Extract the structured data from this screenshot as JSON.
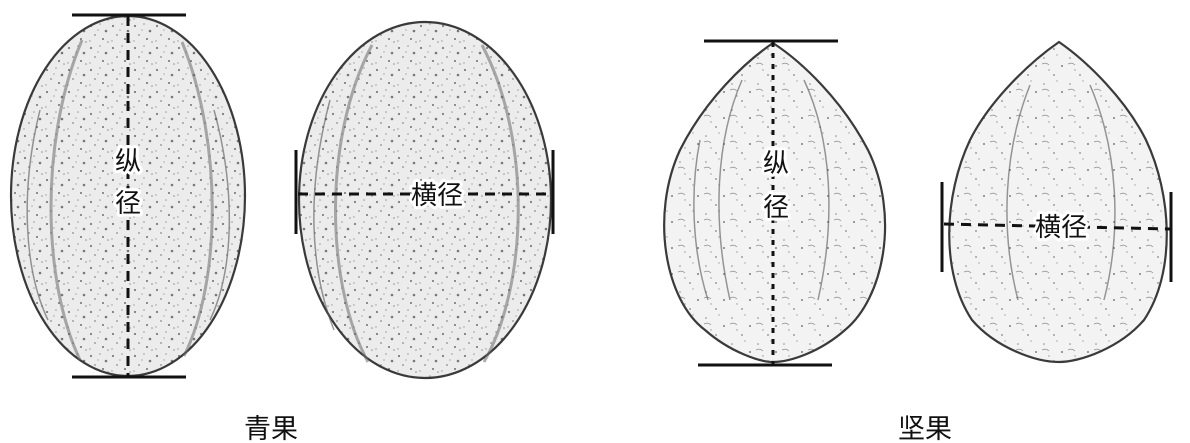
{
  "groups": [
    {
      "caption": "青果",
      "longitudinal_label": [
        "纵",
        "径"
      ],
      "transverse_label": "横径"
    },
    {
      "caption": "坚果",
      "longitudinal_label": [
        "纵",
        "径"
      ],
      "transverse_label": "横径"
    }
  ],
  "colors": {
    "line": "#111111",
    "outline": "#3a3a3a",
    "fruit_base": "#e9e9e9",
    "speckle": "#8a8a8a"
  }
}
